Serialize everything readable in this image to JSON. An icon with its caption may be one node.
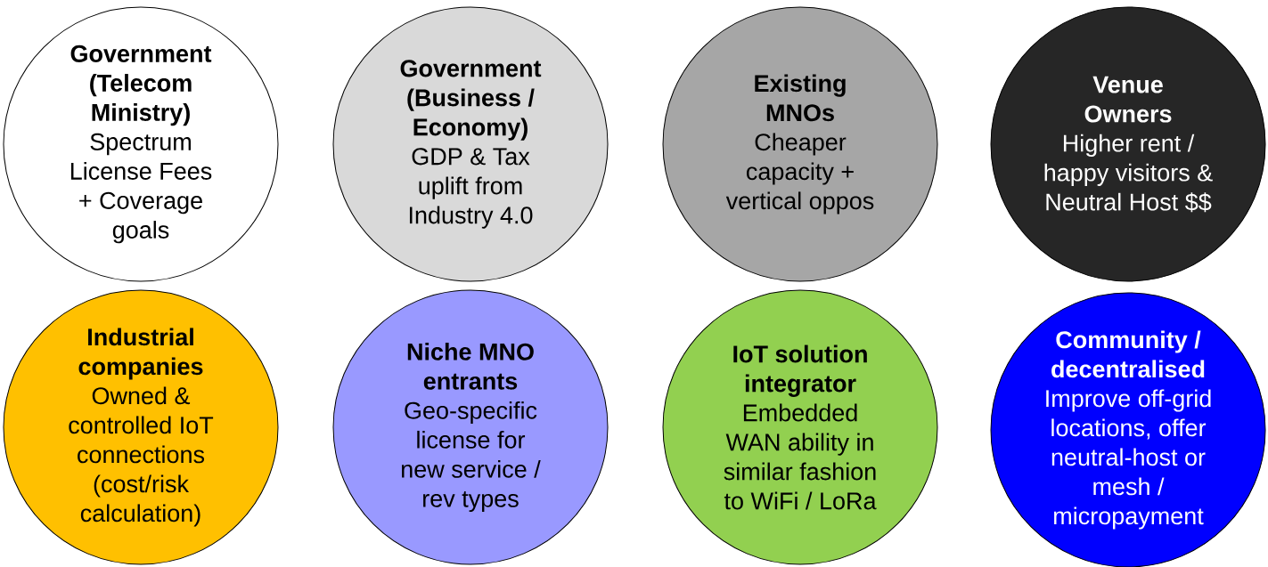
{
  "diagram": {
    "nodes": [
      {
        "text": [
          "Government (Telecom Ministry)",
          "Spectrum License Fees + Coverage goals"
        ]
      },
      {
        "text": [
          "Government (Business / Economy)",
          "GDP & Tax uplift from Industry 4.0"
        ]
      },
      {
        "text": [
          "Existing MNOs",
          "Cheaper capacity + vertical oppos"
        ]
      },
      {
        "text": [
          "Venue Owners",
          "Higher rent / happy visitors & Neutral Host $$"
        ]
      },
      {
        "text": [
          "Industrial companies",
          "Owned & controlled IoT connections (cost/risk calculation)"
        ]
      },
      {
        "text": [
          "Niche MNO entrants",
          "Geo-specific license for new service / rev types"
        ]
      },
      {
        "text": [
          "IoT solution integrator",
          "Embedded WAN ability in similar fashion to WiFi / LoRa"
        ]
      },
      {
        "text": [
          "Community / decentralised",
          "Improve off-grid locations, offer neutral-host or mesh / micropayment"
        ]
      }
    ]
  }
}
